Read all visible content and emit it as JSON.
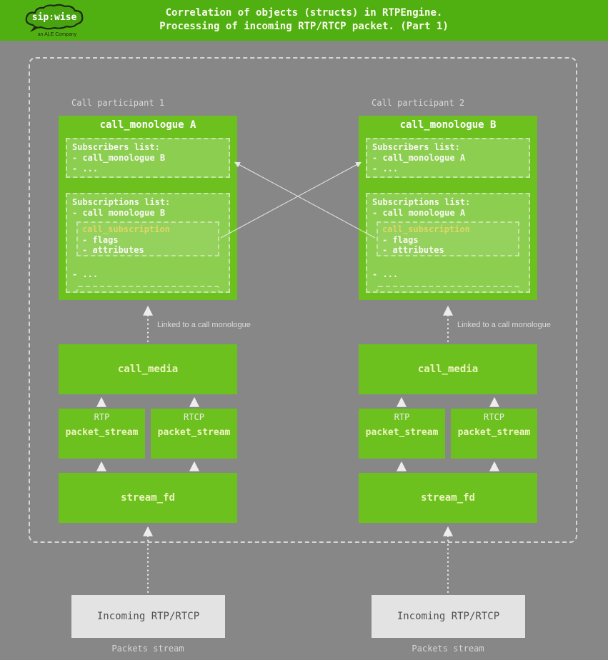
{
  "header": {
    "title_line1": "Correlation of objects (structs) in RTPEngine.",
    "title_line2": "Processing of incoming RTP/RTCP packet. (Part 1)",
    "logo_brand": "sip:wise",
    "logo_subtitle": "an ALE Company"
  },
  "colors": {
    "header_green": "#50b012",
    "background_gray": "#878787",
    "box_green": "#6cc11f",
    "incoming_box_gray": "#e3e3e3",
    "subscription_title_yellow": "#ddd766",
    "dashed_border": "#d6d6d6",
    "arrow": "#ededed"
  },
  "participants": [
    {
      "label": "Call participant 1",
      "monologue_title": "call_monologue A",
      "subscribers_title": "Subscribers list:",
      "subscribers_item1": "- call_monologue B",
      "subscribers_item2": "- ...",
      "subscriptions_title": "Subscriptions list:",
      "subscriptions_item": "- call monologue B",
      "subscription_title": "call_subscription",
      "subscription_item1": "- flags",
      "subscription_item2": "- attributes",
      "subscriptions_more": "- ...",
      "linked_label": "Linked to a call monologue",
      "call_media_label": "call_media",
      "rtp_label": "RTP",
      "rtcp_label": "RTCP",
      "packet_stream_label": "packet_stream",
      "stream_fd_label": "stream_fd",
      "incoming_label": "Incoming RTP/RTCP",
      "packets_stream_label": "Packets stream"
    },
    {
      "label": "Call participant 2",
      "monologue_title": "call_monologue B",
      "subscribers_title": "Subscribers list:",
      "subscribers_item1": "- call_monologue A",
      "subscribers_item2": "- ...",
      "subscriptions_title": "Subscriptions list:",
      "subscriptions_item": "- call monologue A",
      "subscription_title": "call_subscription",
      "subscription_item1": "- flags",
      "subscription_item2": "- attributes",
      "subscriptions_more": "- ...",
      "linked_label": "Linked to a call monologue",
      "call_media_label": "call_media",
      "rtp_label": "RTP",
      "rtcp_label": "RTCP",
      "packet_stream_label": "packet_stream",
      "stream_fd_label": "stream_fd",
      "incoming_label": "Incoming RTP/RTCP",
      "packets_stream_label": "Packets stream"
    }
  ]
}
